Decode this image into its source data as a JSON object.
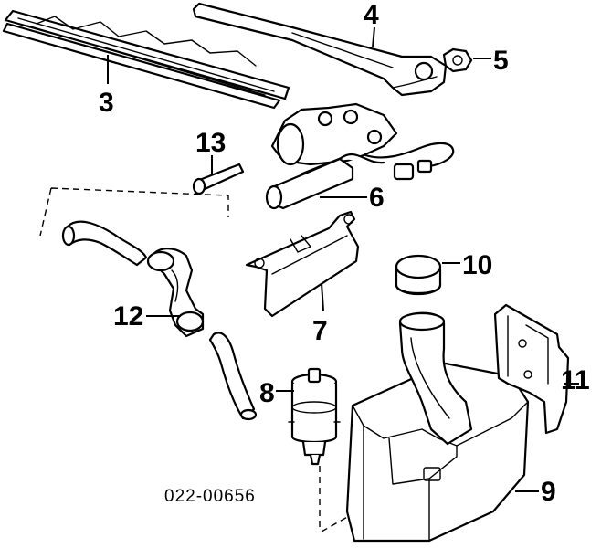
{
  "diagram": {
    "callouts": {
      "c3": "3",
      "c4": "4",
      "c5": "5",
      "c6": "6",
      "c7": "7",
      "c8": "8",
      "c9": "9",
      "c10": "10",
      "c11": "11",
      "c12": "12",
      "c13": "13"
    },
    "reference_code": "022-00656"
  }
}
